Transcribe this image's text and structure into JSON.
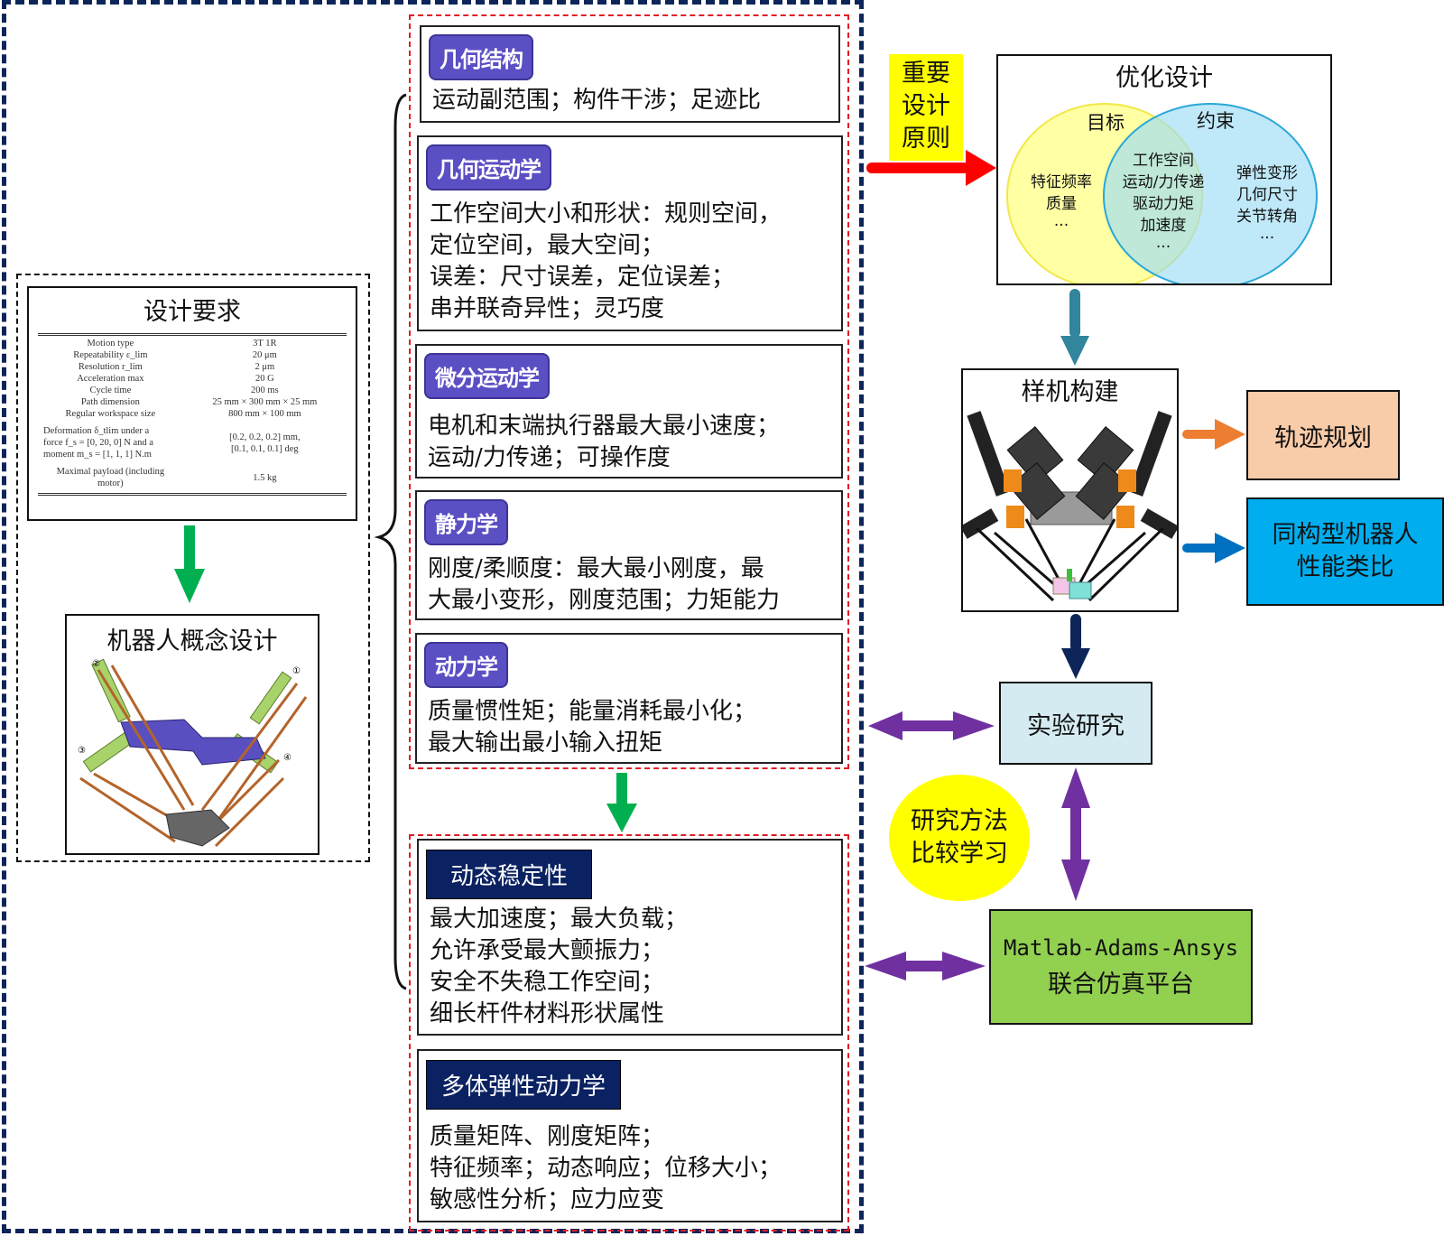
{
  "left": {
    "requirements": {
      "title": "设计要求",
      "rows": [
        {
          "key": "Motion type",
          "value": "3T 1R"
        },
        {
          "key": "Repeatability ε_lim",
          "value": "20 μm"
        },
        {
          "key": "Resolution r_lim",
          "value": "2 μm"
        },
        {
          "key": "Acceleration max",
          "value": "20 G"
        },
        {
          "key": "Cycle time",
          "value": "200 ms"
        },
        {
          "key": "Path dimension",
          "value": "25 mm × 300 mm × 25 mm"
        },
        {
          "key": "Regular workspace size",
          "value": "800 mm × 100 mm"
        }
      ],
      "deformation": {
        "key_lines": [
          "Deformation δ_tlim under a",
          "force f_s = [0, 20, 0] N and a",
          "moment m_s = [1, 1, 1] N.m"
        ],
        "value_lines": [
          "[0.2, 0.2, 0.2] mm,",
          "[0.1, 0.1, 0.1] deg"
        ]
      },
      "payload": {
        "key_lines": [
          "Maximal payload (including",
          "motor)"
        ],
        "value": "1.5 kg"
      }
    },
    "concept": {
      "title": "机器人概念设计",
      "labels": [
        "①",
        "②",
        "③",
        "④"
      ]
    }
  },
  "analysis": {
    "group1": [
      {
        "badge": "几何结构",
        "text": "运动副范围；构件干涉；足迹比"
      },
      {
        "badge": "几何运动学",
        "text": "工作空间大小和形状：规则空间，\n定位空间，最大空间；\n误差：尺寸误差，定位误差；\n串并联奇异性；灵巧度"
      },
      {
        "badge": "微分运动学",
        "text": "电机和末端执行器最大最小速度；\n运动/力传递；可操作度"
      },
      {
        "badge": "静力学",
        "text": "刚度/柔顺度：最大最小刚度，最\n大最小变形，刚度范围；力矩能力"
      },
      {
        "badge": "动力学",
        "text": "质量惯性矩；能量消耗最小化；\n最大输出最小输入扭矩"
      }
    ],
    "group2": [
      {
        "badge": "动态稳定性",
        "text": "最大加速度；最大负载；\n允许承受最大颤振力；\n安全不失稳工作空间；\n细长杆件材料形状属性"
      },
      {
        "badge": "多体弹性动力学",
        "text": "质量矩阵、刚度矩阵；\n特征频率；动态响应；位移大小；\n敏感性分析；应力应变"
      }
    ]
  },
  "right": {
    "principle": "重要\n设计\n原则",
    "optimization": {
      "title": "优化设计",
      "objective_label": "目标",
      "constraint_label": "约束",
      "objective_items": "特征频率\n质量\n···",
      "shared_items": "工作空间\n运动/力传递\n驱动力矩\n加速度\n···",
      "constraint_items": "弹性变形\n几何尺寸\n关节转角\n···"
    },
    "prototype": {
      "title": "样机构建"
    },
    "trajectory": "轨迹规划",
    "isomorphic": "同构型机器人\n性能类比",
    "experiment": "实验研究",
    "method": "研究方法\n比较学习",
    "simulation": {
      "line1": "Matlab-Adams-Ansys",
      "line2": "联合仿真平台"
    }
  },
  "colors": {
    "outer_frame": "#0d2559",
    "red_dashed": "#e21b24",
    "badge_purple": "#5b4fc4",
    "badge_navy": "#0b2262",
    "arrow_green": "#00b050",
    "arrow_red": "#ff0000",
    "arrow_teal": "#31859c",
    "arrow_navy": "#0d2559",
    "arrow_orange": "#ed7d31",
    "arrow_blue": "#0070c0",
    "arrow_purple": "#7030a0",
    "venn_yellow": "#ffff99",
    "venn_blue": "#9ddcf5"
  }
}
